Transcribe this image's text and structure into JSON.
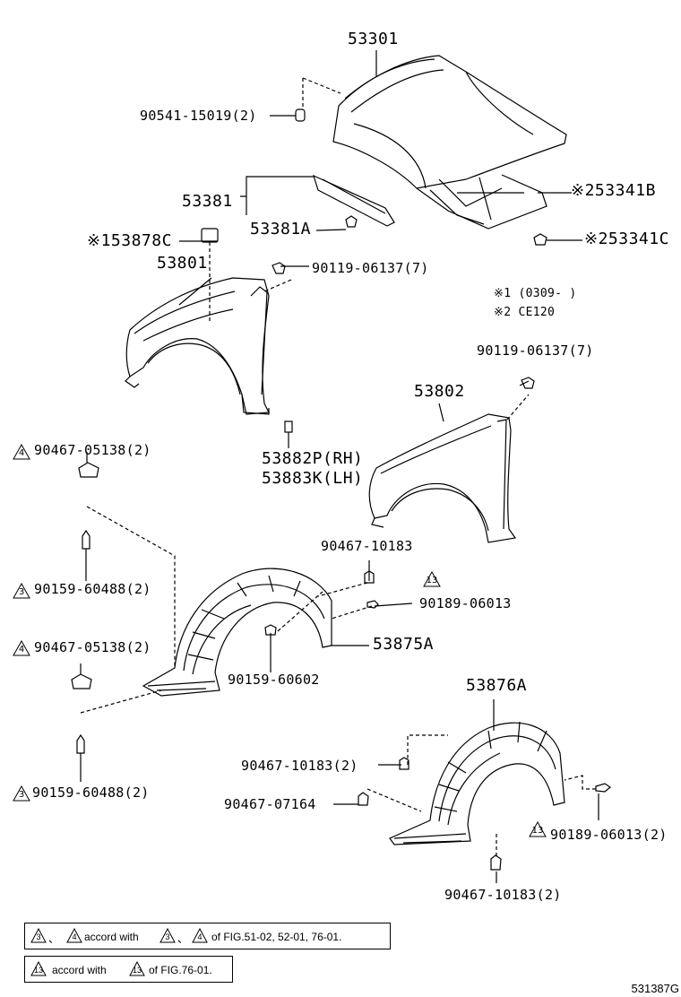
{
  "parts": {
    "hood": "53301",
    "hood_bolt": "90541-15019(2)",
    "hood_seal": "53381",
    "hood_seal_a": "53381A",
    "hood_insulator": "※253341B",
    "hood_clip": "※253341C",
    "fender_seal_c": "※153878C",
    "fender_rh": "53801",
    "fender_bolt_rh": "90119-06137(7)",
    "note1": "※1 (0309-       )",
    "note2": "※2 CE120",
    "fender_bolt_lh": "90119-06137(7)",
    "fender_lh": "53802",
    "protector_rh": "53882P(RH)",
    "protector_lh": "53883K(LH)",
    "clip_a": "90467-05138(2)",
    "bolt_a": "90159-60488(2)",
    "clip_b": "90467-10183",
    "screw_a": "90189-06013",
    "liner_rh": "53875A",
    "clip_c": "90467-05138(2)",
    "bolt_b": "90159-60602",
    "liner_lh": "53876A",
    "bolt_c": "90159-60488(2)",
    "clip_d": "90467-10183(2)",
    "clip_e": "90467-07164",
    "screw_b": "90189-06013(2)",
    "clip_f": "90467-10183(2)"
  },
  "markers": {
    "m4": "4",
    "m3": "3",
    "m13": "13"
  },
  "notes": {
    "n1_text_a": "accord with",
    "n1_text_b": "of FIG.51-02, 52-01, 76-01.",
    "n2_text_a": "accord with",
    "n2_text_b": "of FIG.76-01."
  },
  "figure_code": "531387G"
}
